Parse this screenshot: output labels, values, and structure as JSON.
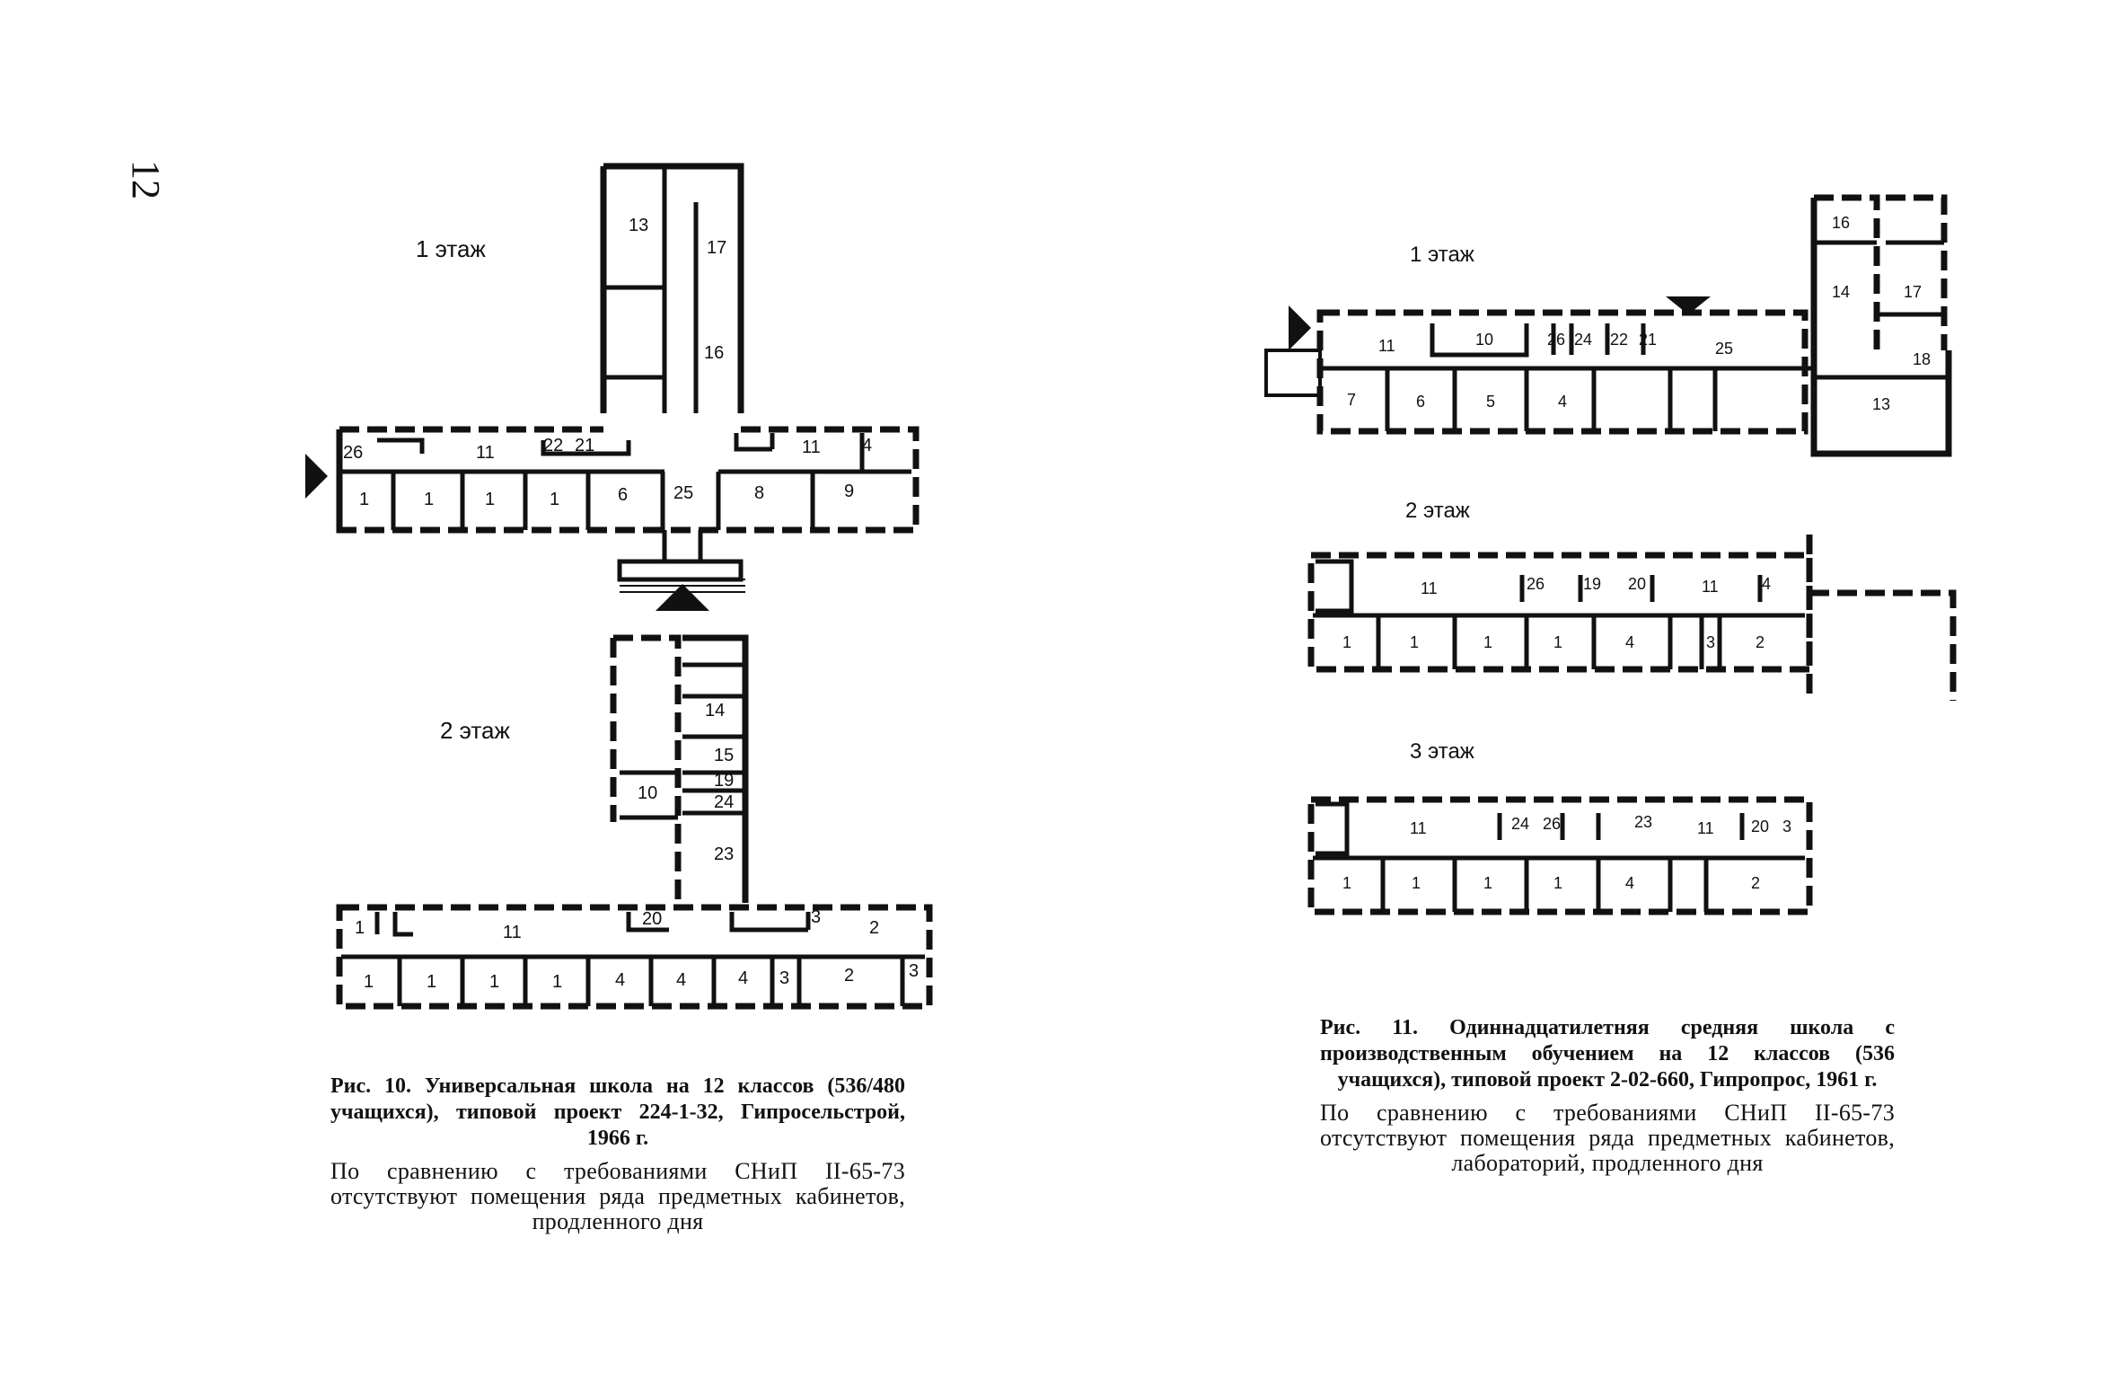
{
  "page_number": "12",
  "fig10": {
    "floor1": {
      "label": "1 этаж",
      "rooms": [
        "13",
        "17",
        "16",
        "26",
        "11",
        "22",
        "21",
        "11",
        "4",
        "1",
        "1",
        "1",
        "1",
        "6",
        "25",
        "8",
        "9"
      ]
    },
    "floor2": {
      "label": "2 этаж",
      "rooms": [
        "14",
        "15",
        "19",
        "24",
        "23",
        "10",
        "1",
        "11",
        "20",
        "3",
        "2",
        "1",
        "1",
        "1",
        "1",
        "4",
        "4",
        "4",
        "3",
        "2",
        "3"
      ]
    },
    "caption_title": "Рис. 10. Универсальная школа на 12 классов (536/480 учащихся), типовой проект 224-1-32, Гипросельстрой, 1966 г.",
    "caption_note": "По сравнению с требованиями СНиП II-65-73 отсутствуют помещения ряда предметных кабинетов, продленного дня"
  },
  "fig11": {
    "floor1": {
      "label": "1 этаж",
      "rooms": [
        "16",
        "14",
        "17",
        "11",
        "10",
        "26",
        "24",
        "22",
        "21",
        "25",
        "18",
        "7",
        "6",
        "5",
        "4",
        "13"
      ]
    },
    "floor2": {
      "label": "2 этаж",
      "rooms": [
        "11",
        "26",
        "19",
        "20",
        "11",
        "4",
        "1",
        "1",
        "1",
        "1",
        "4",
        "3",
        "2"
      ]
    },
    "floor3": {
      "label": "3 этаж",
      "rooms": [
        "11",
        "24",
        "26",
        "23",
        "11",
        "20",
        "3",
        "1",
        "1",
        "1",
        "1",
        "4",
        "2"
      ]
    },
    "caption_title": "Рис. 11. Одиннадцатилетняя средняя школа с производственным обучением на 12 классов (536 учащихся), типовой проект 2-02-660, Гипропрос, 1961 г.",
    "caption_note": "По сравнению с требованиями СНиП II-65-73 отсутствуют помещения ряда предметных кабинетов, лабораторий, продленного дня"
  }
}
